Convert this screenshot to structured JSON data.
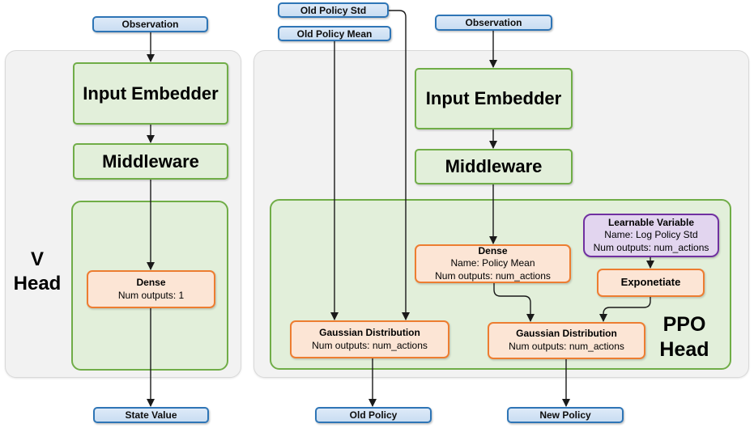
{
  "colors": {
    "io_border": "#2E75B6",
    "io_fill_top": "#DEEAF8",
    "io_fill_bottom": "#C9DDF2",
    "green_border": "#70AD47",
    "green_fill": "#E2EFDA",
    "orange_border": "#ED7D31",
    "orange_fill": "#FCE5D5",
    "purple_border": "#7030A0",
    "purple_fill": "#E2D5EF",
    "container_fill": "#F2F2F2",
    "container_border": "#D9D9D9",
    "arrow": "#1A1A1A"
  },
  "left_network": {
    "input_label": "Observation",
    "input_embedder_label": "Input Embedder",
    "middleware_label": "Middleware",
    "head_label_line1": "V",
    "head_label_line2": "Head",
    "dense": {
      "title": "Dense",
      "outputs_line": "Num outputs: 1"
    },
    "output_label": "State Value"
  },
  "right_network": {
    "old_policy_std_label": "Old Policy Std",
    "old_policy_mean_label": "Old Policy Mean",
    "input_label": "Observation",
    "input_embedder_label": "Input Embedder",
    "middleware_label": "Middleware",
    "head_label_line1": "PPO",
    "head_label_line2": "Head",
    "dense_policy_mean": {
      "title": "Dense",
      "name_line": "Name: Policy Mean",
      "outputs_line": "Num outputs: num_actions"
    },
    "learnable_variable": {
      "title": "Learnable Variable",
      "name_line": "Name: Log Policy Std",
      "outputs_line": "Num outputs: num_actions"
    },
    "exponetiate_label": "Exponetiate",
    "gaussian_old": {
      "title": "Gaussian Distribution",
      "outputs_line": "Num outputs: num_actions"
    },
    "gaussian_new": {
      "title": "Gaussian Distribution",
      "outputs_line": "Num outputs: num_actions"
    },
    "old_policy_output_label": "Old Policy",
    "new_policy_output_label": "New Policy"
  }
}
